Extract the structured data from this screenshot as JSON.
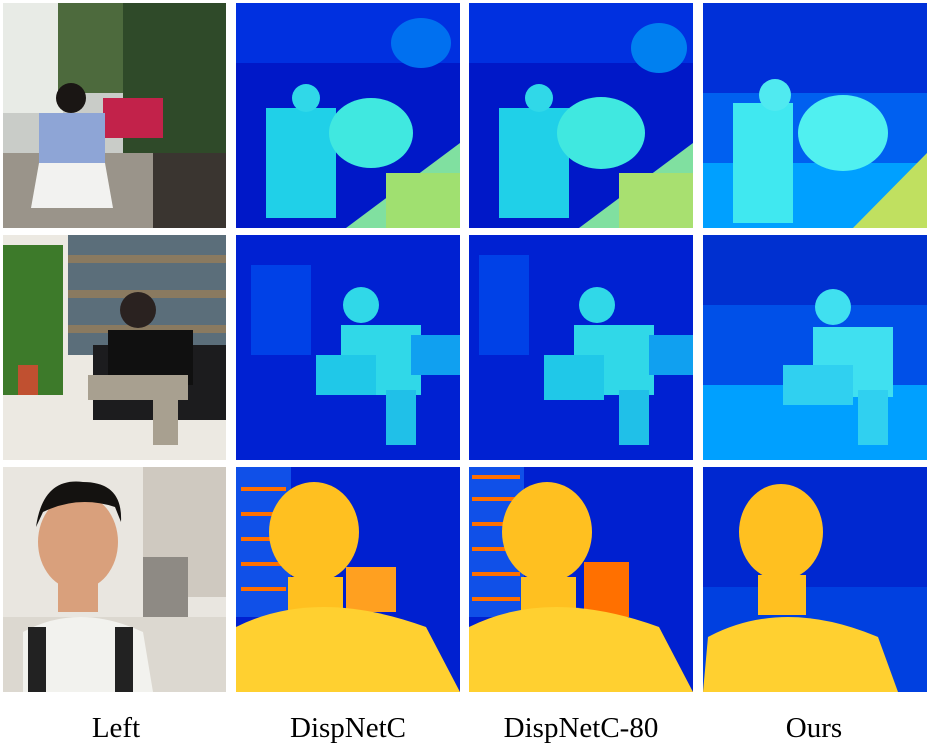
{
  "figure": {
    "columns": [
      {
        "label": "Left"
      },
      {
        "label": "DispNetC"
      },
      {
        "label": "DispNetC-80"
      },
      {
        "label": "Ours"
      }
    ],
    "rows": [
      {
        "scene": "person-outdoor-garden"
      },
      {
        "scene": "person-library-bench"
      },
      {
        "scene": "person-closeup-kitchen"
      }
    ],
    "colormap": [
      "#0010c8",
      "#0050f0",
      "#00a0ff",
      "#30e8e8",
      "#d0e040",
      "#ffc020",
      "#ff7000"
    ]
  }
}
